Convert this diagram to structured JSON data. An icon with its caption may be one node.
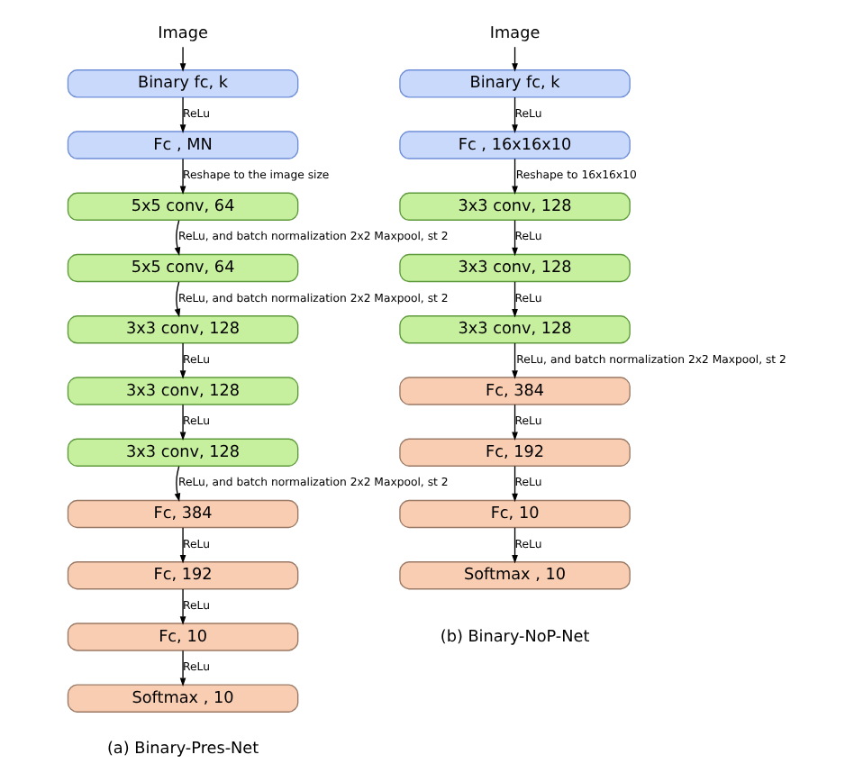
{
  "diagram": {
    "nodes": [
      {
        "text": [
          "Image"
        ]
      },
      {
        "text": [
          "Binary fc, k"
        ]
      },
      {
        "text": [
          "Fc , MN"
        ]
      },
      {
        "text": [
          "5x5 conv, 64"
        ]
      },
      {
        "text": [
          "5x5 conv, 64"
        ]
      },
      {
        "text": [
          "3x3 conv, 128"
        ]
      },
      {
        "text": [
          "3x3 conv, 128"
        ]
      },
      {
        "text": [
          "3x3 conv, 128"
        ]
      },
      {
        "text": [
          "Fc, 384"
        ]
      },
      {
        "text": [
          "Fc, 192"
        ]
      },
      {
        "text": [
          "Fc, 10"
        ]
      },
      {
        "text": [
          "Softmax , 10"
        ]
      },
      {
        "text": [
          "Image"
        ]
      },
      {
        "text": [
          "Binary fc, k"
        ]
      },
      {
        "text": [
          "Fc , 16x16x10"
        ]
      },
      {
        "text": [
          "3x3 conv, 128"
        ]
      },
      {
        "text": [
          "3x3 conv, 128"
        ]
      },
      {
        "text": [
          "3x3 conv, 128"
        ]
      },
      {
        "text": [
          "Fc, 384"
        ]
      },
      {
        "text": [
          "Fc, 192"
        ]
      },
      {
        "text": [
          "Fc, 10"
        ]
      },
      {
        "text": [
          "Softmax , 10"
        ]
      }
    ],
    "edges": [
      {
        "from": 0,
        "to": 1,
        "arrow": "to"
      },
      {
        "from": 1,
        "to": 2,
        "arrow": "to",
        "label": "ReLu"
      },
      {
        "from": 2,
        "to": 3,
        "arrow": "to",
        "label": "Reshape to the image size"
      },
      {
        "from": 3,
        "to": 4,
        "arrow": "to",
        "label": "ReLu, and batch normalization 2x2 Maxpool, st 2"
      },
      {
        "from": 4,
        "to": 5,
        "arrow": "to",
        "label": "ReLu, and batch normalization 2x2 Maxpool, st 2"
      },
      {
        "from": 5,
        "to": 6,
        "arrow": "to",
        "label": "ReLu"
      },
      {
        "from": 6,
        "to": 7,
        "arrow": "to",
        "label": "ReLu"
      },
      {
        "from": 7,
        "to": 8,
        "arrow": "to",
        "label": "ReLu, and batch normalization 2x2 Maxpool, st 2"
      },
      {
        "from": 8,
        "to": 9,
        "arrow": "to",
        "label": "ReLu"
      },
      {
        "from": 9,
        "to": 10,
        "arrow": "to",
        "label": "ReLu"
      },
      {
        "from": 10,
        "to": 11,
        "arrow": "to",
        "label": "ReLu"
      },
      {
        "from": 12,
        "to": 13,
        "arrow": "to"
      },
      {
        "from": 13,
        "to": 14,
        "arrow": "to",
        "label": "ReLu"
      },
      {
        "from": 14,
        "to": 15,
        "arrow": "to",
        "label": "Reshape to 16x16x10"
      },
      {
        "from": 15,
        "to": 16,
        "arrow": "to",
        "label": "ReLu"
      },
      {
        "from": 16,
        "to": 17,
        "arrow": "to",
        "label": "ReLu"
      },
      {
        "from": 17,
        "to": 18,
        "arrow": "to",
        "label": "ReLu, and batch normalization 2x2 Maxpool, st 2"
      },
      {
        "from": 18,
        "to": 19,
        "arrow": "to",
        "label": "ReLu"
      },
      {
        "from": 19,
        "to": 20,
        "arrow": "to",
        "label": "ReLu"
      },
      {
        "from": 20,
        "to": 21,
        "arrow": "to",
        "label": "ReLu"
      }
    ],
    "labels": [
      "(a) Binary-Pres-Net",
      "(b) Binary-NoP-Net"
    ]
  }
}
